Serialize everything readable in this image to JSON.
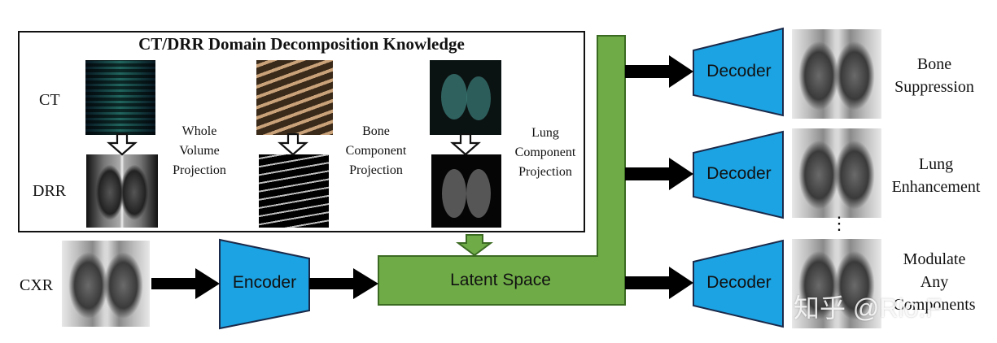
{
  "knowledge_title": "CT/DRR Domain Decomposition Knowledge",
  "row_labels": {
    "ct": "CT",
    "drr": "DRR",
    "cxr": "CXR"
  },
  "projections": [
    {
      "line1": "Whole",
      "line2": "Volume",
      "line3": "Projection"
    },
    {
      "line1": "Bone",
      "line2": "Component",
      "line3": "Projection"
    },
    {
      "line1": "Lung",
      "line2": "Component",
      "line3": "Projection"
    }
  ],
  "encoder_label": "Encoder",
  "latent_label": "Latent Space",
  "decoders": [
    {
      "label": "Decoder",
      "out1": "Bone",
      "out2": "Suppression",
      "out3": ""
    },
    {
      "label": "Decoder",
      "out1": "Lung",
      "out2": "Enhancement",
      "out3": ""
    },
    {
      "label": "Decoder",
      "out1": "Modulate",
      "out2": "Any",
      "out3": "Components"
    }
  ],
  "ellipsis": "⋮",
  "watermark": "知乎 @Rio.F",
  "colors": {
    "network_block": "#1ba3e3",
    "latent_space": "#6fac47",
    "arrow": "#000000"
  }
}
